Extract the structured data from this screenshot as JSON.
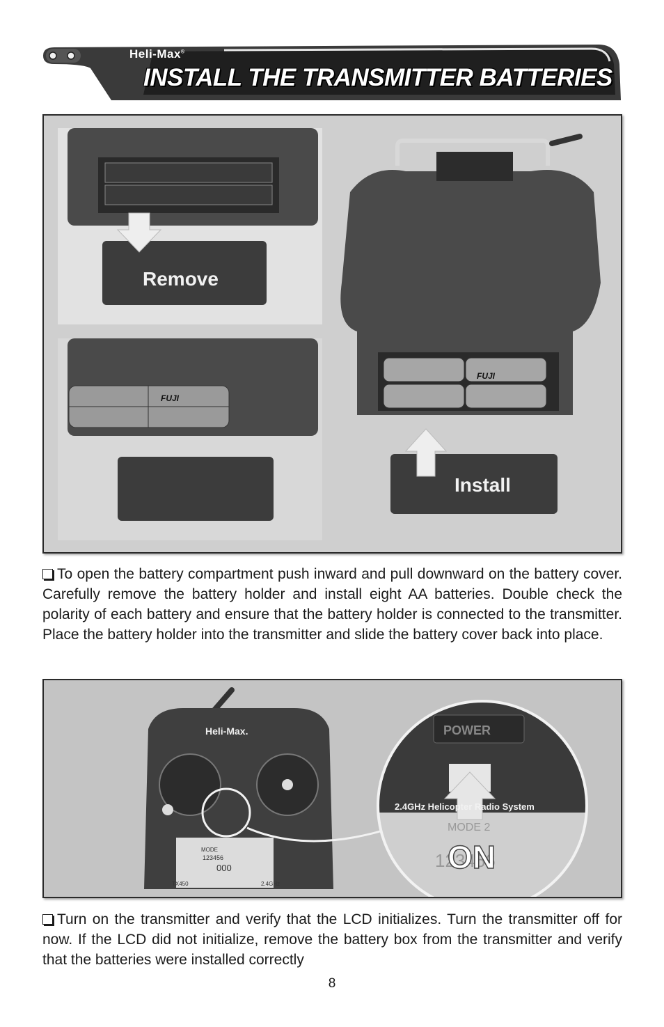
{
  "header": {
    "brand": "Heli-Max",
    "registered_mark": "®",
    "title": "INSTALL THE TRANSMITTER BATTERIES"
  },
  "figure1": {
    "labels": {
      "remove": "Remove",
      "install": "Install",
      "fuji1": "FUJI",
      "fuji2": "FUJI"
    }
  },
  "step1": {
    "text": "To open the battery compartment push inward and pull downward on the battery cover.  Carefully remove the battery holder and install eight AA batteries. Double check the polarity of each battery and ensure that the battery holder is connected to the transmitter.  Place the battery holder into the transmitter and slide the battery cover back into place."
  },
  "figure2": {
    "labels": {
      "brand": "Heli-Max.",
      "power": "POWER",
      "system": "2.4GHz Helicopter Radio System",
      "mode": "MODE  2",
      "on": "ON",
      "digits": "123456",
      "lcd_mode": "MODE",
      "lcd_digits": "123456",
      "lcd_zero": "000",
      "model": "TX450",
      "freq": "2.4GHz"
    }
  },
  "step2": {
    "text": "Turn on the transmitter and verify that the LCD initializes. Turn the transmitter off for now. If the LCD did not initialize, remove the battery box from the transmitter and verify that the batteries were installed correctly"
  },
  "footer": {
    "page_number": "8"
  }
}
